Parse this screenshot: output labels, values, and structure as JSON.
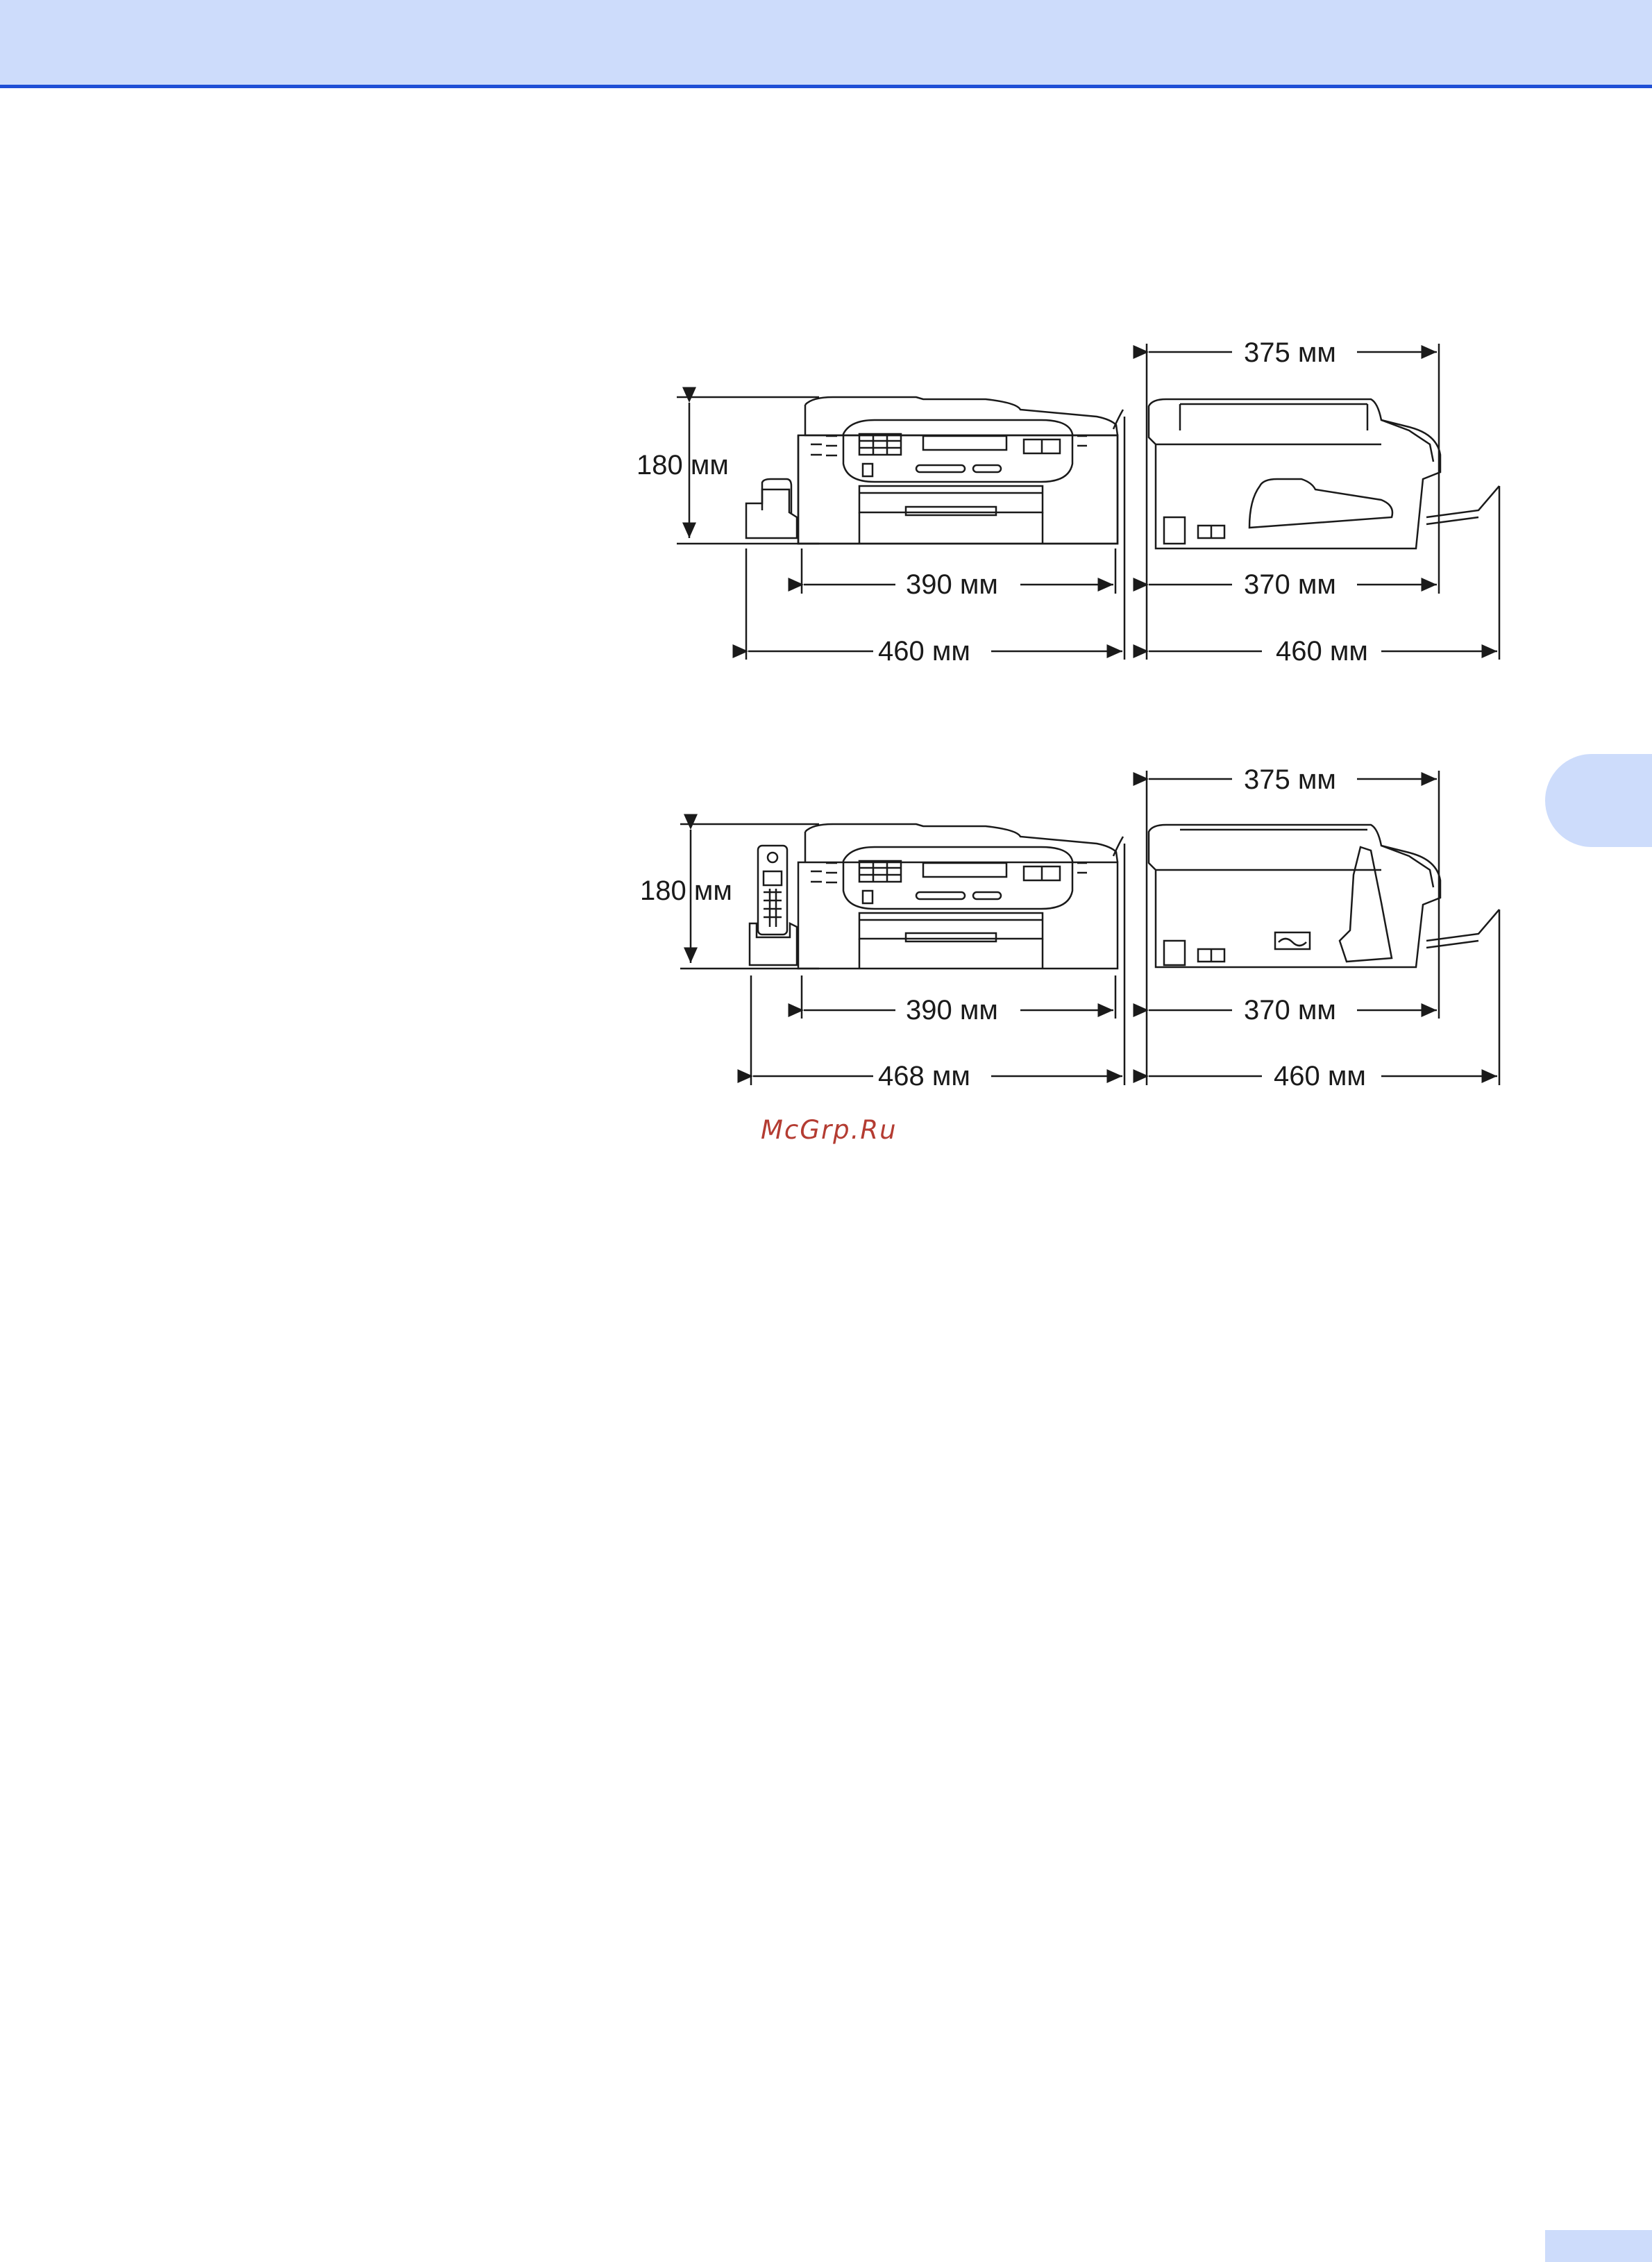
{
  "colors": {
    "header_band": "#cddcfb",
    "header_line": "#1f4fd6",
    "side_tab": "#cddcfb",
    "watermark": "#b43c32"
  },
  "figure_top": {
    "height": "180 мм",
    "depth_top": "375 мм",
    "width_body": "390 мм",
    "depth_body": "370 мм",
    "width_total": "460 мм",
    "depth_total": "460 мм"
  },
  "figure_bottom": {
    "height": "180 мм",
    "depth_top": "375 мм",
    "width_body": "390 мм",
    "depth_body": "370 мм",
    "width_total": "468 мм",
    "depth_total": "460 мм"
  },
  "watermark": "McGrp.Ru"
}
